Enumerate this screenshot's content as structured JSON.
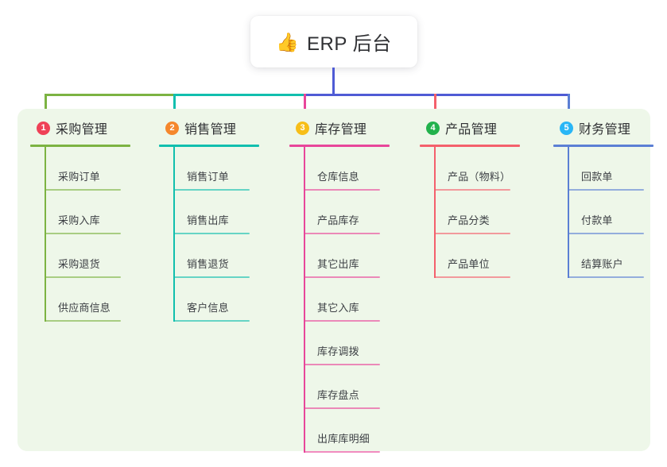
{
  "root": {
    "icon": "thumbs-up-icon",
    "emoji": "👍",
    "title": "ERP 后台"
  },
  "palette": {
    "background": "#ffffff",
    "panel_background": "#eef7e9",
    "text": "#2f3033",
    "root_connector": "#4f5bd5"
  },
  "connectors": {
    "segments": [
      {
        "name": "trunk",
        "color": "#4f5bd5"
      },
      {
        "name": "bar-green",
        "color": "#7cb342"
      },
      {
        "name": "bar-teal",
        "color": "#11bfae"
      },
      {
        "name": "bar-blue",
        "color": "#4f5bd5"
      }
    ]
  },
  "columns": [
    {
      "number": "1",
      "title": "采购管理",
      "badge_color": "#ef4157",
      "accent": "#7cb342",
      "items": [
        {
          "label": "采购订单"
        },
        {
          "label": "采购入库"
        },
        {
          "label": "采购退货"
        },
        {
          "label": "供应商信息"
        }
      ]
    },
    {
      "number": "2",
      "title": "销售管理",
      "badge_color": "#f5872c",
      "accent": "#11bfae",
      "items": [
        {
          "label": "销售订单"
        },
        {
          "label": "销售出库"
        },
        {
          "label": "销售退货"
        },
        {
          "label": "客户信息"
        }
      ]
    },
    {
      "number": "3",
      "title": "库存管理",
      "badge_color": "#f7be18",
      "accent": "#e8469a",
      "items": [
        {
          "label": "仓库信息"
        },
        {
          "label": "产品库存"
        },
        {
          "label": "其它出库"
        },
        {
          "label": "其它入库"
        },
        {
          "label": "库存调拨"
        },
        {
          "label": "库存盘点"
        },
        {
          "label": "出库库明细"
        }
      ]
    },
    {
      "number": "4",
      "title": "产品管理",
      "badge_color": "#22b24c",
      "accent": "#f4606c",
      "items": [
        {
          "label": "产品（物料）"
        },
        {
          "label": "产品分类"
        },
        {
          "label": "产品单位"
        }
      ]
    },
    {
      "number": "5",
      "title": "财务管理",
      "badge_color": "#29b6f6",
      "accent": "#5b7fd4",
      "items": [
        {
          "label": "回款单"
        },
        {
          "label": "付款单"
        },
        {
          "label": "结算账户"
        }
      ]
    }
  ]
}
